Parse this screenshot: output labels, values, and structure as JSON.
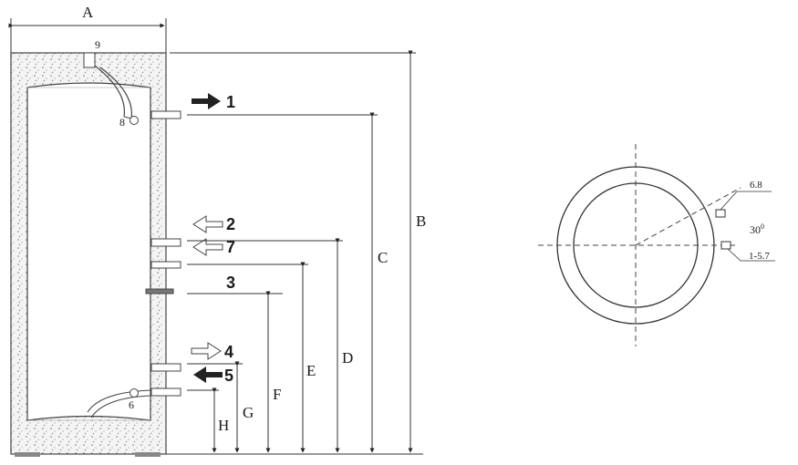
{
  "dimensions": {
    "width": "A",
    "height": "B",
    "c": "C",
    "d": "D",
    "e": "E",
    "f": "F",
    "g": "G",
    "h": "H"
  },
  "connections": {
    "n1": "1",
    "n2": "2",
    "n3": "3",
    "n4": "4",
    "n5": "5",
    "n6": "6",
    "n7": "7",
    "n8": "8",
    "n9": "9"
  },
  "plan_view": {
    "sensor_top": "6.8",
    "sensor_bottom": "1-5.7",
    "angle": "30",
    "angle_unit": "0"
  }
}
